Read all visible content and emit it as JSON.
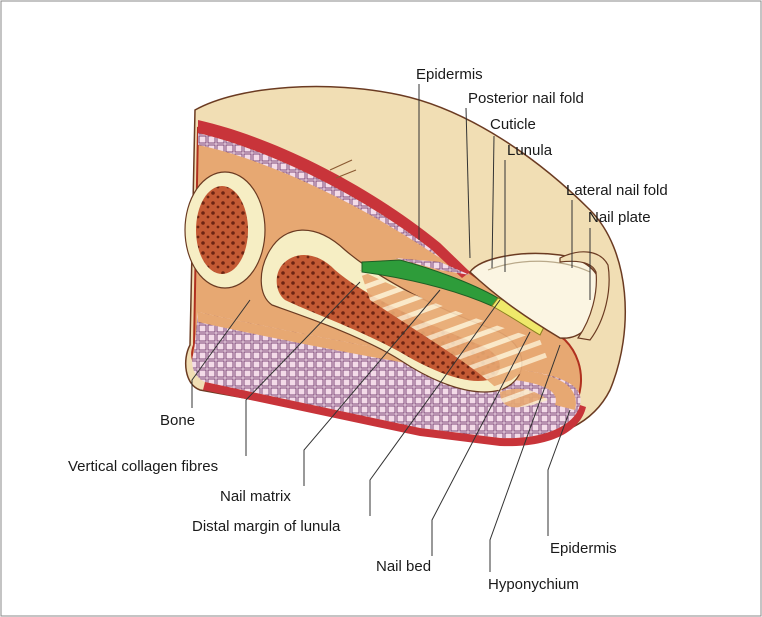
{
  "diagram": {
    "labels": {
      "epidermis_top": "Epidermis",
      "posterior_nail_fold": "Posterior nail fold",
      "cuticle": "Cuticle",
      "lunula": "Lunula",
      "lateral_nail_fold": "Lateral nail fold",
      "nail_plate": "Nail plate",
      "bone": "Bone",
      "vertical_collagen_fibres": "Vertical collagen fibres",
      "nail_matrix": "Nail matrix",
      "distal_margin_of_lunula": "Distal margin of lunula",
      "nail_bed": "Nail bed",
      "epidermis_bottom": "Epidermis",
      "hyponychium": "Hyponychium"
    },
    "colors": {
      "skin": "#f1deb4",
      "dermis": "#e7a872",
      "epidermis_red": "#c8343a",
      "bone_pale": "#f6eec4",
      "marrow": "#b34a2a",
      "matrix_green": "#2e9c3a",
      "lunula_yellow": "#efe96a",
      "nail_plate": "#fbf5e2",
      "leader_line": "#333333"
    }
  }
}
